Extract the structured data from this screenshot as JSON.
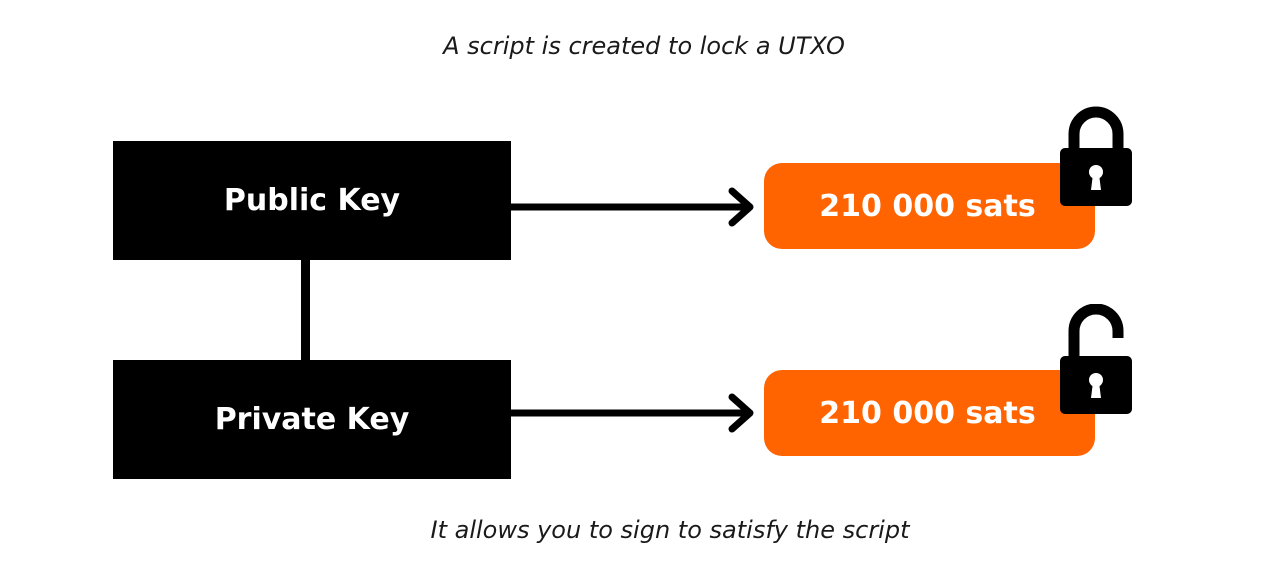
{
  "captions": {
    "top": "A script is created to lock a UTXO",
    "bottom": "It allows you to sign to satisfy the script"
  },
  "keys": {
    "public": "Public Key",
    "private": "Private Key"
  },
  "outputs": [
    {
      "amount": "210 000 sats",
      "lock_state": "locked",
      "icon": "lock-closed-icon"
    },
    {
      "amount": "210 000 sats",
      "lock_state": "unlocked",
      "icon": "lock-open-icon"
    }
  ],
  "colors": {
    "accent": "#ff6400",
    "box": "#000000",
    "text_on_dark": "#ffffff"
  }
}
